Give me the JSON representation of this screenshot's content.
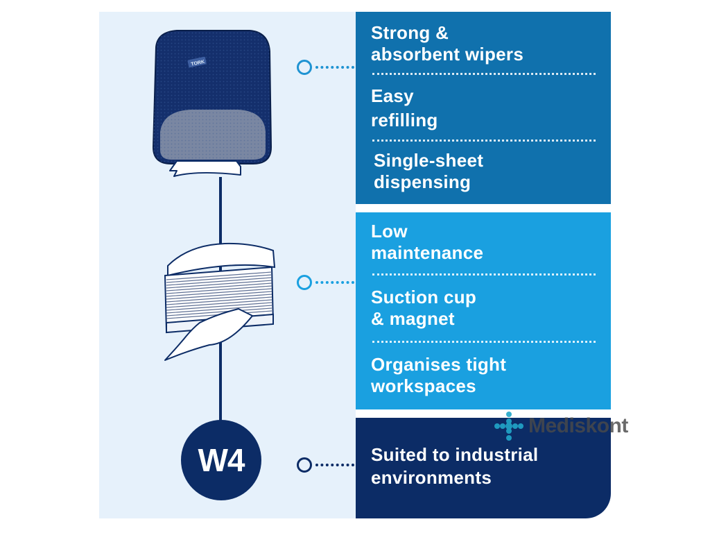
{
  "features": {
    "group1": [
      "Strong & absorbent wipers",
      "Easy refilling",
      "Single-sheet dispensing"
    ],
    "group2": [
      "Low maintenance",
      "Suction cup & magnet",
      "Organises tight workspaces"
    ],
    "group3": [
      "Suited to industrial environments"
    ]
  },
  "lines": {
    "g1_0a": "Strong &",
    "g1_0b": "absorbent wipers",
    "g1_1a": "Easy",
    "g1_1b": "refilling",
    "g1_2a": "Single-sheet",
    "g1_2b": "dispensing",
    "g2_0a": "Low",
    "g2_0b": "maintenance",
    "g2_1a": "Suction cup",
    "g2_1b": "& magnet",
    "g2_2a": "Organises tight",
    "g2_2b": "workspaces",
    "g3_0a": "Suited to industrial",
    "g3_0b": "environments"
  },
  "badge": {
    "label": "W4"
  },
  "dispenser": {
    "brand": "TORK"
  },
  "watermark": {
    "text": "Mediskont"
  },
  "colors": {
    "dark_navy": "#0c2c66",
    "mid_blue": "#1071ad",
    "light_blue": "#1aa0e0",
    "panel_bg": "#e6f1fb",
    "ring_blue": "#1f93d2"
  }
}
